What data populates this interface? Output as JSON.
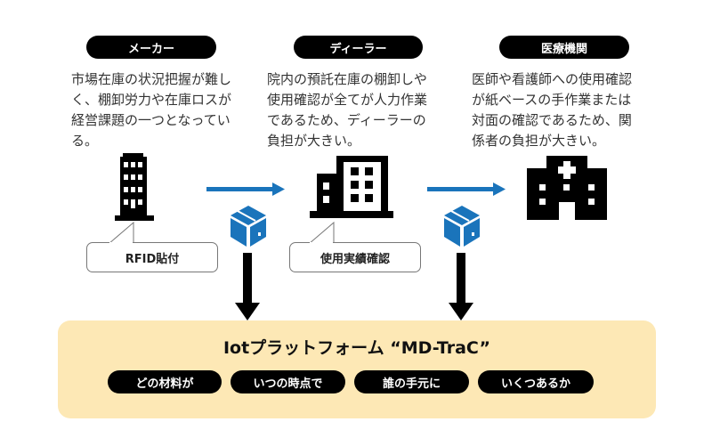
{
  "actors": [
    {
      "label": "メーカー",
      "description": "市場在庫の状況把握が難しく、棚卸労力や在庫ロスが経営課題の一つとなっている。",
      "icon": "office-building-icon"
    },
    {
      "label": "ディーラー",
      "description": "院内の預託在庫の棚卸しや使用確認が全てが人力作業であるため、ディーラーの負担が大きい。",
      "icon": "company-building-icon"
    },
    {
      "label": "医療機関",
      "description": "医師や看護師への使用確認が紙ベースの手作業または対面の確認であるため、関係者の負担が大きい。",
      "icon": "hospital-icon"
    }
  ],
  "callouts": [
    "RFID貼付",
    "使用実績確認"
  ],
  "platform": {
    "title": "Iotプラットフォーム “MD-TraC”",
    "features": [
      "どの材料が",
      "いつの時点で",
      "誰の手元に",
      "いくつあるか"
    ]
  },
  "colors": {
    "accent_blue": "#1a74bb",
    "panel_bg": "#fde8b5"
  }
}
